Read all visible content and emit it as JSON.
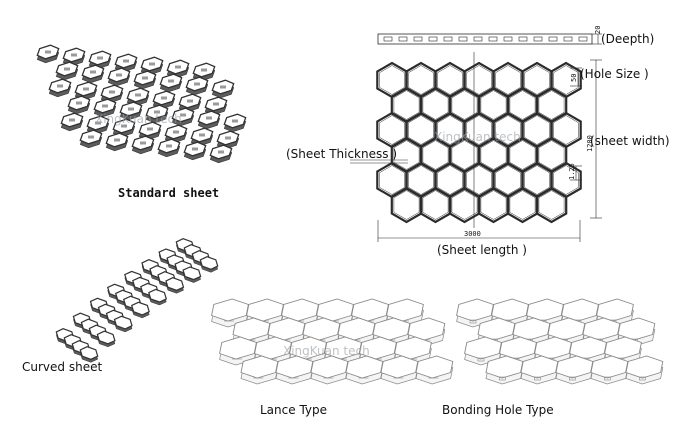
{
  "labels": {
    "standard": "Standard sheet",
    "curved": "Curved sheet",
    "lance": "Lance Type",
    "bonding": "Bonding Hole Type",
    "depth": "(Deepth)",
    "hole_size": "(Hole Size )",
    "sheet_width": "(sheet width)",
    "sheet_thickness": "(Sheet Thickness )",
    "sheet_length": "(Sheet length )"
  },
  "dimensions": {
    "depth": "20",
    "hole": "50",
    "width": "1200",
    "thickness": "1.25",
    "length": "3000"
  },
  "watermark": "XingKuan tech",
  "colors": {
    "metal_dark": "#5c5c5c",
    "metal_light": "#9a9a9a",
    "line": "#2b2b2b",
    "sketch": "#8a8a8a"
  }
}
